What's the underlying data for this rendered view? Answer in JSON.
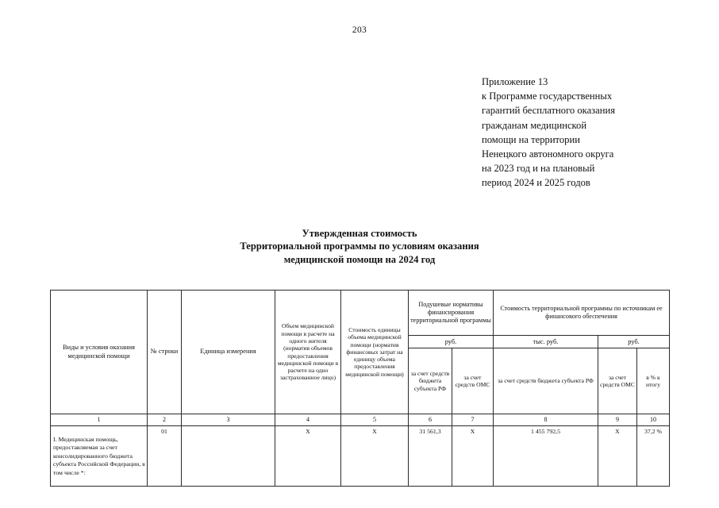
{
  "page": {
    "number": "203"
  },
  "appendix": {
    "lines": [
      "Приложение 13",
      "к Программе государственных",
      "гарантий бесплатного оказания",
      "гражданам медицинской",
      "помощи на территории",
      "Ненецкого автономного округа",
      "на 2023 год и на плановый",
      "период 2024 и 2025 годов"
    ]
  },
  "title": {
    "line1": "Утвержденная стоимость",
    "line2": "Территориальной программы по условиям оказания",
    "line3": "медицинской помощи на 2024 год"
  },
  "table": {
    "headers": {
      "col1": "Виды и условия оказания медицинской помощи",
      "col2": "№ строки",
      "col3": "Единица измерения",
      "col4": "Объем медицинской помощи в расчете на одного жителя (норматив объемов предоставления медицинской помощи в расчете на одно застрахованное лицо)",
      "col5": "Стоимость единицы объема медицинской помощи (норматив финансовых затрат на единицу объема предоставления медицинской помощи)",
      "group_per_capita": "Подушевые нормативы финансирования территориальной программы",
      "group_cost": "Стоимость территориальной программы по источникам ее финансового обеспечения",
      "unit_rub": "руб.",
      "unit_thousand_rub": "тыс. руб.",
      "unit_rub2": "руб.",
      "col6": "за счет средств бюджета субъекта РФ",
      "col7": "за счет средств ОМС",
      "col8": "за счет средств бюджета субъекта РФ",
      "col9": "за счет средств ОМС",
      "col10": "в % к итогу"
    },
    "column_numbers": [
      "1",
      "2",
      "3",
      "4",
      "5",
      "6",
      "7",
      "8",
      "9",
      "10"
    ],
    "rows": [
      {
        "name": "I. Медицинская помощь, предоставляемая за счет консолидированного бюджета субъекта Российской Федерации, в том числе *:",
        "row_no": "01",
        "unit": "",
        "volume": "X",
        "unit_cost": "X",
        "per_capita_budget": "31 561,3",
        "per_capita_oms": "X",
        "cost_budget": "1 455 792,5",
        "cost_oms": "X",
        "percent_total": "37,2 %"
      }
    ]
  }
}
